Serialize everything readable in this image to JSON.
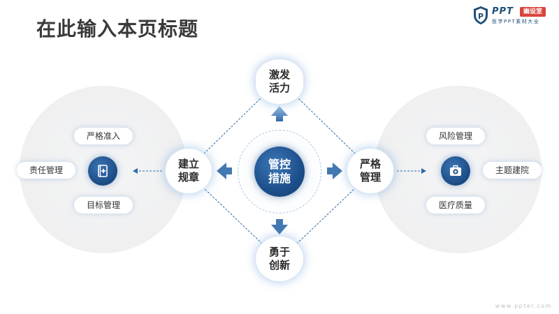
{
  "page": {
    "title": "在此输入本页标题",
    "watermark": "www.ppter.com"
  },
  "logo": {
    "brand": "PPT",
    "tag": "幽设室",
    "subtitle": "医学PPT素材大全",
    "shield_letter": "P"
  },
  "diagram": {
    "center": {
      "label_line1": "管控",
      "label_line2": "措施"
    },
    "top": {
      "label_line1": "激发",
      "label_line2": "活力"
    },
    "bottom": {
      "label_line1": "勇于",
      "label_line2": "创新"
    },
    "left": {
      "label_line1": "建立",
      "label_line2": "规章"
    },
    "right": {
      "label_line1": "严格",
      "label_line2": "管理"
    },
    "left_items": [
      "严格准入",
      "责任管理",
      "目标管理"
    ],
    "right_items": [
      "风险管理",
      "主题建院",
      "医疗质量"
    ],
    "left_icon": "medical-book-icon",
    "right_icon": "first-aid-kit-icon"
  },
  "colors": {
    "accent_dark": "#1d4f8a",
    "accent_light": "#4f8cd2",
    "title": "#3a3a3a",
    "logo_tag": "#d9453d"
  }
}
